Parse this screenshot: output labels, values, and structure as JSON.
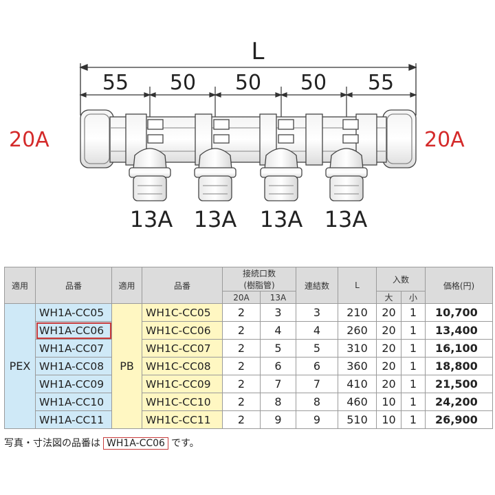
{
  "drawing": {
    "overall_label": "L",
    "spacings": [
      "55",
      "50",
      "50",
      "50",
      "55"
    ],
    "inlet_left": "20A",
    "inlet_right": "20A",
    "outlets": [
      "13A",
      "13A",
      "13A",
      "13A"
    ]
  },
  "table": {
    "headers": {
      "material": "適用",
      "part_no": "品番",
      "material2": "適用",
      "part_no2": "品番",
      "connections": "接続口数",
      "connections_sub": "(樹脂管)",
      "c20a": "20A",
      "c13a": "13A",
      "linked": "連結数",
      "length": "L",
      "quantity": "入数",
      "q_large": "大",
      "q_small": "小",
      "price": "価格(円)"
    },
    "material_pex": "PEX",
    "material_pb": "PB",
    "rows": [
      {
        "pex": "WH1A-CC05",
        "pb": "WH1C-CC05",
        "n20": "2",
        "n13": "3",
        "linked": "3",
        "L": "210",
        "large": "20",
        "small": "1",
        "price": "10,700"
      },
      {
        "pex": "WH1A-CC06",
        "pb": "WH1C-CC06",
        "n20": "2",
        "n13": "4",
        "linked": "4",
        "L": "260",
        "large": "20",
        "small": "1",
        "price": "13,400"
      },
      {
        "pex": "WH1A-CC07",
        "pb": "WH1C-CC07",
        "n20": "2",
        "n13": "5",
        "linked": "5",
        "L": "310",
        "large": "20",
        "small": "1",
        "price": "16,100"
      },
      {
        "pex": "WH1A-CC08",
        "pb": "WH1C-CC08",
        "n20": "2",
        "n13": "6",
        "linked": "6",
        "L": "360",
        "large": "20",
        "small": "1",
        "price": "18,800"
      },
      {
        "pex": "WH1A-CC09",
        "pb": "WH1C-CC09",
        "n20": "2",
        "n13": "7",
        "linked": "7",
        "L": "410",
        "large": "20",
        "small": "1",
        "price": "21,500"
      },
      {
        "pex": "WH1A-CC10",
        "pb": "WH1C-CC10",
        "n20": "2",
        "n13": "8",
        "linked": "8",
        "L": "460",
        "large": "10",
        "small": "1",
        "price": "24,200"
      },
      {
        "pex": "WH1A-CC11",
        "pb": "WH1C-CC11",
        "n20": "2",
        "n13": "9",
        "linked": "9",
        "L": "510",
        "large": "10",
        "small": "1",
        "price": "26,900"
      }
    ]
  },
  "note": {
    "prefix": "写真・寸法図の品番は",
    "code": "WH1A-CC06",
    "suffix": "です。"
  },
  "colors": {
    "red_label": "#d42a2a",
    "pex_bg": "#cfe9f7",
    "pb_bg": "#fff7c2",
    "header_bg": "#dcdcdc",
    "highlight_border": "#c83a3a"
  }
}
